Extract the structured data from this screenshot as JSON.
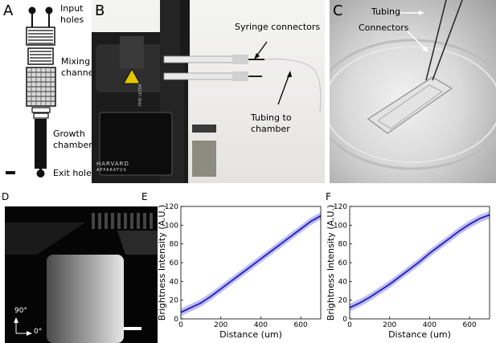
{
  "panels": {
    "A": {
      "label": "A",
      "annotations": {
        "input": "Input\nholes",
        "mixing": "Mixing\nchannels",
        "growth": "Growth\nchamber",
        "exit": "Exit hole"
      }
    },
    "B": {
      "label": "B",
      "annotations": {
        "syringe": "Syringe connectors",
        "tubing": "Tubing to\nchamber"
      },
      "device_text": {
        "brand1": "HARVARD",
        "brand2": "APPARATUS",
        "model": "PHD ULTRA"
      }
    },
    "C": {
      "label": "C",
      "annotations": {
        "tubing": "Tubing",
        "connectors": "Connectors"
      }
    },
    "D": {
      "label": "D",
      "angle_90": "90°",
      "angle_0": "0°"
    },
    "E": {
      "label": "E"
    },
    "F": {
      "label": "F"
    }
  },
  "chart_data": [
    {
      "panel": "E",
      "type": "line",
      "xlabel": "Distance (um)",
      "ylabel": "Brightness Intensity (A.U.)",
      "xlim": [
        0,
        700
      ],
      "ylim": [
        0,
        120
      ],
      "xticks": [
        0,
        200,
        400,
        600
      ],
      "yticks": [
        0,
        20,
        40,
        60,
        80,
        100,
        120
      ],
      "grid": false,
      "line_color": "#1f1fbf",
      "band_color": "#b7b7ee",
      "series": [
        {
          "x": [
            0,
            50,
            100,
            150,
            200,
            250,
            300,
            350,
            400,
            450,
            500,
            550,
            600,
            650,
            700
          ],
          "y": [
            7,
            12,
            17,
            24,
            32,
            40,
            48,
            56,
            64,
            72,
            80,
            88,
            96,
            104,
            110
          ],
          "band": 4
        }
      ]
    },
    {
      "panel": "F",
      "type": "line",
      "xlabel": "Distance (um)",
      "ylabel": "Brightness Intensity (A.U.)",
      "xlim": [
        0,
        700
      ],
      "ylim": [
        0,
        120
      ],
      "xticks": [
        0,
        200,
        400,
        600
      ],
      "yticks": [
        0,
        20,
        40,
        60,
        80,
        100,
        120
      ],
      "grid": false,
      "line_color": "#1f1fbf",
      "band_color": "#b7b7ee",
      "series": [
        {
          "x": [
            0,
            50,
            100,
            150,
            200,
            250,
            300,
            350,
            400,
            450,
            500,
            550,
            600,
            650,
            700
          ],
          "y": [
            12,
            17,
            23,
            30,
            37,
            45,
            53,
            61,
            70,
            78,
            86,
            94,
            101,
            107,
            111
          ],
          "band": 4
        }
      ]
    }
  ]
}
